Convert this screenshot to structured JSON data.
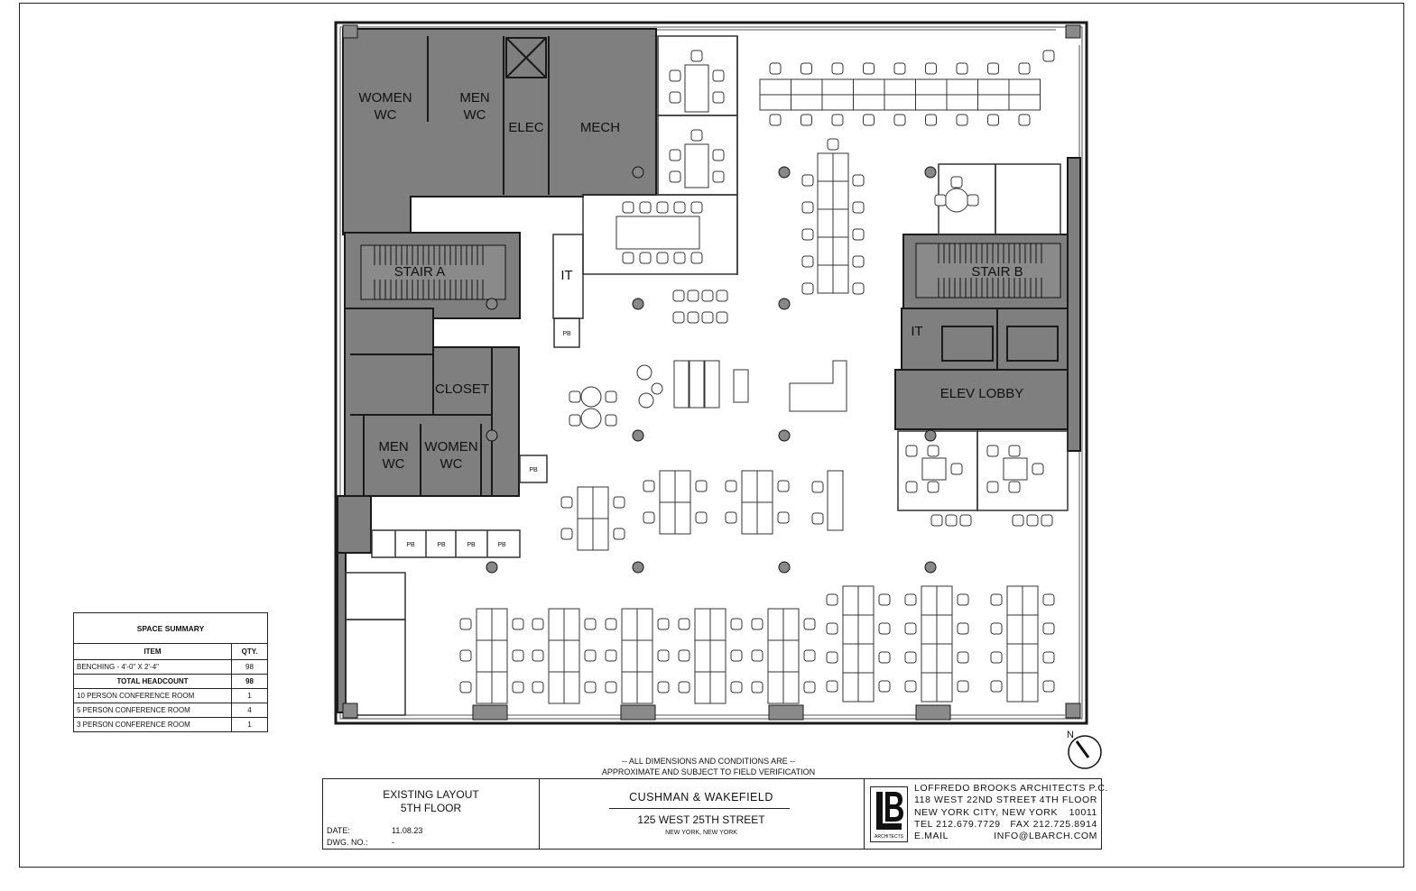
{
  "rooms": {
    "women_wc_top": [
      "WOMEN",
      "WC"
    ],
    "men_wc_top": [
      "MEN",
      "WC"
    ],
    "elec": "ELEC",
    "mech": "MECH",
    "it_left": "IT",
    "stair_a": "STAIR A",
    "stair_b": "STAIR B",
    "it_right": "IT",
    "closet": "CLOSET",
    "elev_lobby": "ELEV LOBBY",
    "men_wc_bottom": [
      "MEN",
      "WC"
    ],
    "women_wc_bottom": [
      "WOMEN",
      "WC"
    ],
    "pb": "PB"
  },
  "space_summary": {
    "title": "SPACE SUMMARY",
    "col_item": "ITEM",
    "col_qty": "QTY.",
    "rows": [
      {
        "item": "BENCHING - 4'-0\" X 2'-4\"",
        "qty": "98",
        "bold": false
      },
      {
        "item": "TOTAL HEADCOUNT",
        "qty": "98",
        "bold": true
      },
      {
        "item": "10 PERSON CONFERENCE ROOM",
        "qty": "1",
        "bold": false
      },
      {
        "item": "5 PERSON CONFERENCE ROOM",
        "qty": "4",
        "bold": false
      },
      {
        "item": "3 PERSON CONFERENCE ROOM",
        "qty": "1",
        "bold": false
      }
    ]
  },
  "north_label": "N",
  "note": {
    "line1": "-- ALL DIMENSIONS AND CONDITIONS ARE --",
    "line2": "APPROXIMATE AND SUBJECT TO FIELD VERIFICATION"
  },
  "title_block": {
    "layout_line1": "EXISTING LAYOUT",
    "layout_line2": "5TH FLOOR",
    "date_label": "DATE:",
    "date_value": "11.08.23",
    "dwg_label": "DWG. NO.:",
    "dwg_value": "-",
    "client": "CUSHMAN & WAKEFIELD",
    "address": "125 WEST 25TH STREET",
    "city": "NEW YORK, NEW YORK",
    "logo_letters": "LB",
    "logo_sub": "ARCHITECTS",
    "architect": {
      "name": "LOFFREDO BROOKS ARCHITECTS P.C.",
      "street": "118 WEST 22ND STREET",
      "floor": "- 4TH FLOOR",
      "city": "NEW YORK CITY,  NEW YORK",
      "zip": "10011",
      "tel": "TEL  212.679.7729",
      "fax": "FAX  212.725.8914",
      "email_label": "E.MAIL",
      "email": "INFO@LBARCH.COM"
    }
  },
  "colors": {
    "core_fill": "#7f7f7f",
    "wall": "#1a1a1a",
    "line": "#333333",
    "column": "#8a8a8a"
  }
}
